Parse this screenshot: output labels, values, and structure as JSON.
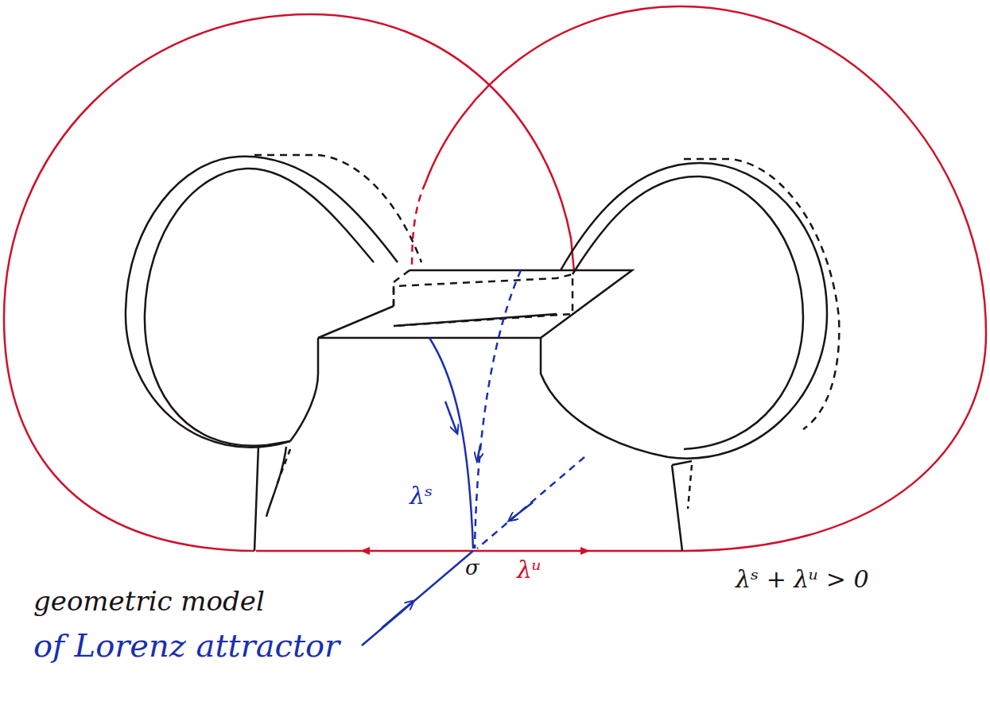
{
  "diagram": {
    "labels": [
      "λˢ",
      "σ",
      "λᵘ",
      "λˢ + λᵘ > 0",
      "geometric model",
      "of Lorenz attractor"
    ]
  }
}
